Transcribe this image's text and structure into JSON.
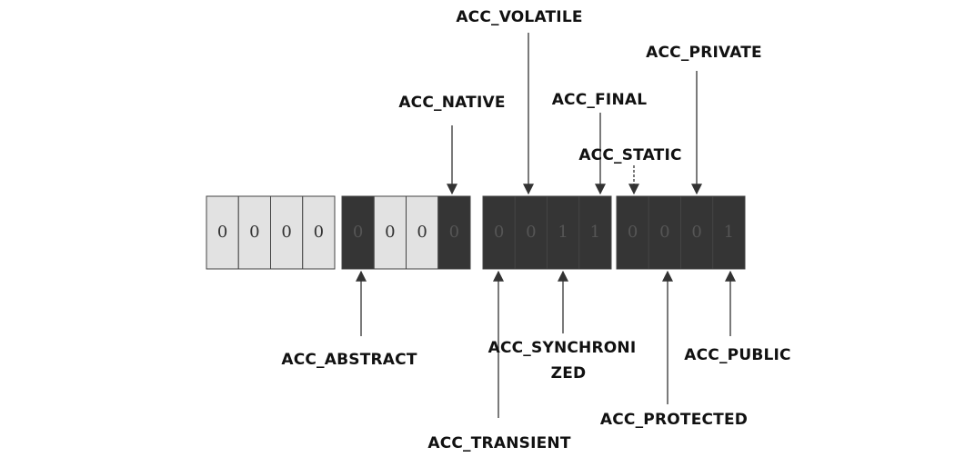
{
  "colors": {
    "light": "#e2e2e2",
    "dark": "#353535",
    "border": "#444444",
    "text_on_light": "#333333",
    "text_on_dark": "#555555",
    "arrow": "#333333"
  },
  "groups": [
    {
      "bits": [
        {
          "value": "0",
          "shade": "light"
        },
        {
          "value": "0",
          "shade": "light"
        },
        {
          "value": "0",
          "shade": "light"
        },
        {
          "value": "0",
          "shade": "light"
        }
      ]
    },
    {
      "bits": [
        {
          "value": "0",
          "shade": "dark"
        },
        {
          "value": "0",
          "shade": "light"
        },
        {
          "value": "0",
          "shade": "light"
        },
        {
          "value": "0",
          "shade": "dark"
        }
      ]
    },
    {
      "bits": [
        {
          "value": "0",
          "shade": "dark"
        },
        {
          "value": "0",
          "shade": "dark"
        },
        {
          "value": "1",
          "shade": "dark"
        },
        {
          "value": "1",
          "shade": "dark"
        }
      ]
    },
    {
      "bits": [
        {
          "value": "0",
          "shade": "dark"
        },
        {
          "value": "0",
          "shade": "dark"
        },
        {
          "value": "0",
          "shade": "dark"
        },
        {
          "value": "1",
          "shade": "dark"
        }
      ]
    }
  ],
  "labels": {
    "acc_volatile": "ACC_VOLATILE",
    "acc_private": "ACC_PRIVATE",
    "acc_native": "ACC_NATIVE",
    "acc_final": "ACC_FINAL",
    "acc_static": "ACC_STATIC",
    "acc_abstract": "ACC_ABSTRACT",
    "acc_synchronized_line1": "ACC_SYNCHRONI",
    "acc_synchronized_line2": "ZED",
    "acc_public": "ACC_PUBLIC",
    "acc_protected": "ACC_PROTECTED",
    "acc_transient": "ACC_TRANSIENT"
  }
}
